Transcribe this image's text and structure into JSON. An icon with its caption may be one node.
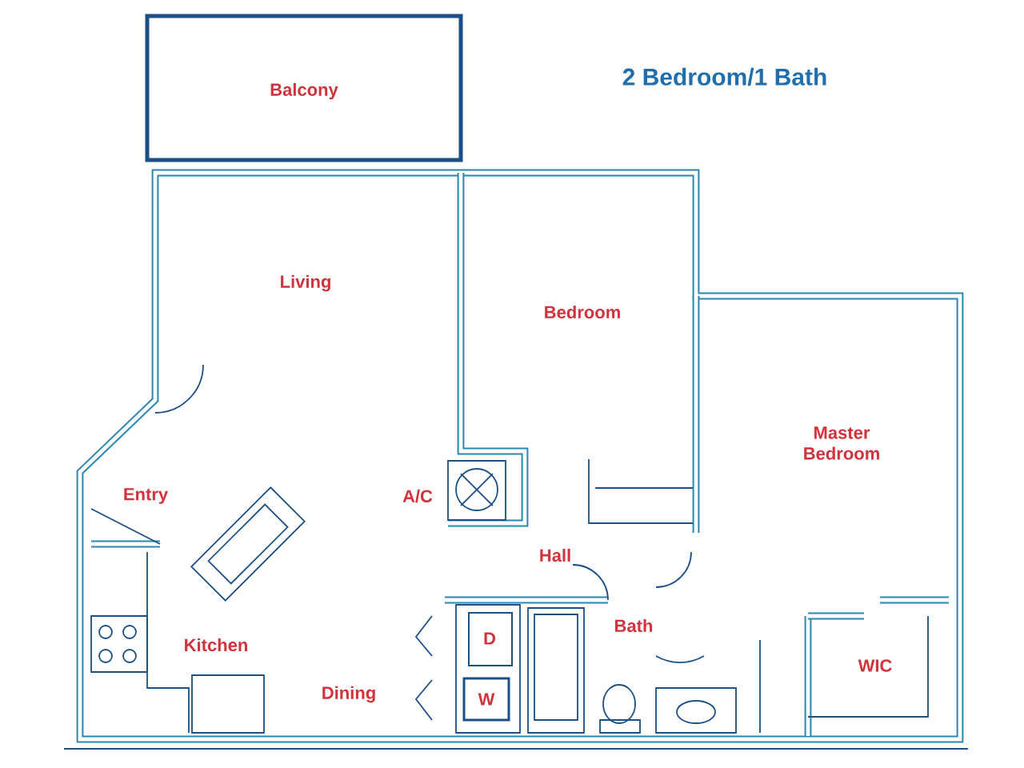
{
  "diagram": {
    "title": "2 Bedroom/1 Bath",
    "nodes": [
      {
        "text": [
          "Balcony"
        ]
      },
      {
        "text": [
          "D"
        ]
      },
      {
        "text": [
          "W"
        ]
      }
    ],
    "labels": [
      "Living",
      "Bedroom",
      "Master Bedroom",
      "Entry",
      "A/C",
      "Hall",
      "Bath",
      "Kitchen",
      "Dining",
      "WIC"
    ]
  }
}
